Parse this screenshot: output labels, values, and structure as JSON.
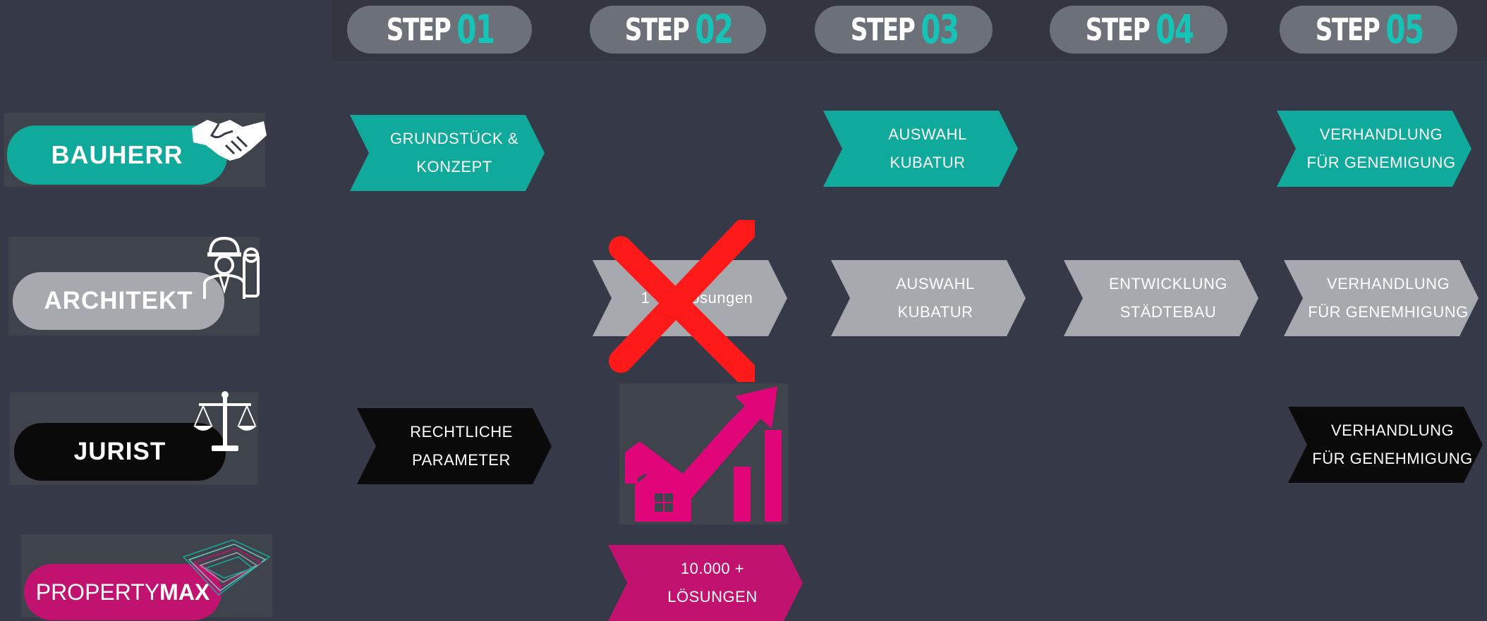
{
  "colors": {
    "background": "#363948",
    "teal": "#0faa9c",
    "gray": "#a6a9ae",
    "black": "#0a0a0b",
    "pink": "#c2126f",
    "step_number": "#15c4b6",
    "cross": "#ff1a1a"
  },
  "steps": [
    {
      "word": "STEP",
      "num": "01"
    },
    {
      "word": "STEP",
      "num": "02"
    },
    {
      "word": "STEP",
      "num": "03"
    },
    {
      "word": "STEP",
      "num": "04"
    },
    {
      "word": "STEP",
      "num": "05"
    }
  ],
  "roles": {
    "bauherr": {
      "label": "BAUHERR",
      "icon": "handshake-icon"
    },
    "architekt": {
      "label": "ARCHITEKT",
      "icon": "architect-icon"
    },
    "jurist": {
      "label": "JURIST",
      "icon": "scales-icon"
    },
    "propertymax": {
      "label_light": "PROPERTY",
      "label_bold": "MAX",
      "icon": "wireframe-logo-icon"
    }
  },
  "bauherr": {
    "step1": "GRUNDSTÜCK &\nKONZEPT",
    "step3": "AUSWAHL\nKUBATUR",
    "step5": "VERHANDLUNG\nFÜR GENEMIGUNG"
  },
  "architekt": {
    "step2": "1 – 3 Lösungen",
    "step3": "AUSWAHL\nKUBATUR",
    "step4": "ENTWICKLUNG\nSTÄDTEBAU",
    "step5": "VERHANDLUNG\nFÜR GENEMHIGUNG"
  },
  "jurist": {
    "step1": "RECHTLICHE\nPARAMETER",
    "step5": "VERHANDLUNG\nFÜR GENEHMIGUNG"
  },
  "propertymax": {
    "step2": "10.000 +\nLÖSUNGEN",
    "icon": "house-growth-chart-icon"
  }
}
